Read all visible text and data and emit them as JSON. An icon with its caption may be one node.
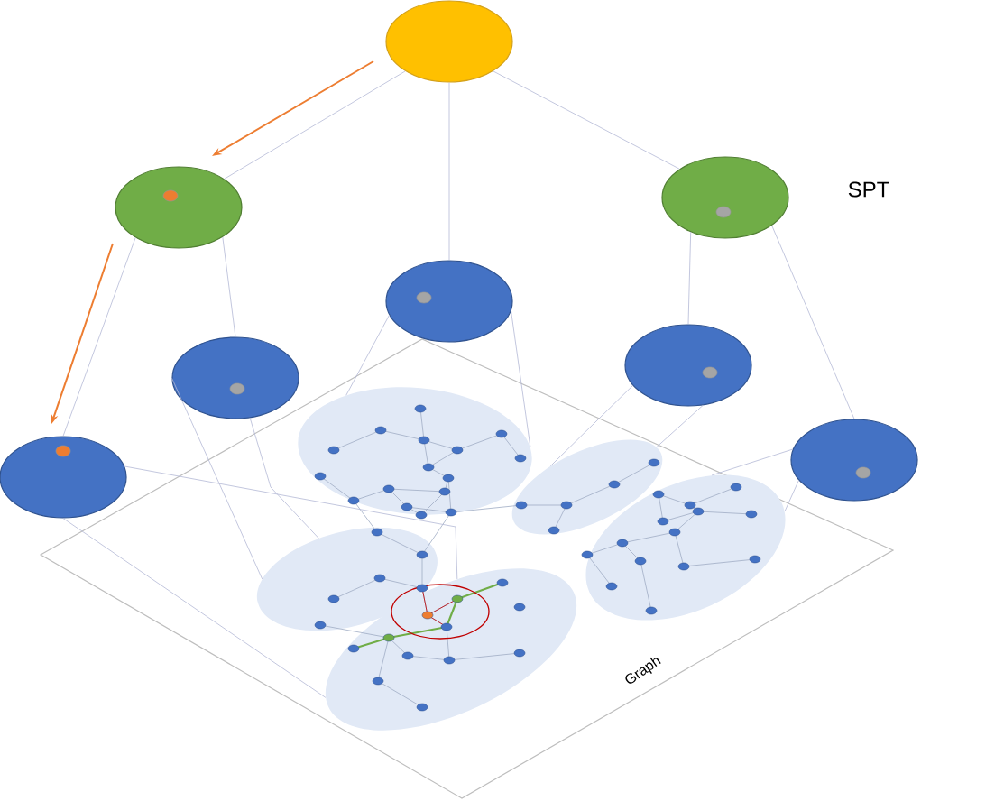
{
  "diagram": {
    "nodes": [
      {
        "text": [],
        "shape": "ellipse"
      },
      {
        "text": [],
        "shape": "ellipse"
      },
      {
        "text": [],
        "shape": "ellipse"
      },
      {
        "text": [],
        "shape": "ellipse"
      },
      {
        "text": [],
        "shape": "ellipse"
      },
      {
        "text": [],
        "shape": "ellipse"
      },
      {
        "text": [],
        "shape": "ellipse"
      },
      {
        "text": [],
        "shape": "ellipse"
      },
      {
        "text": [],
        "shape": "ellipse"
      },
      {
        "text": [],
        "shape": "ellipse"
      },
      {
        "text": [],
        "shape": "ellipse"
      },
      {
        "text": [],
        "shape": "ellipse"
      },
      {
        "text": [],
        "shape": "ellipse"
      }
    ],
    "edges": [
      {
        "from": 0,
        "to": 1,
        "arrow": "none"
      },
      {
        "from": 0,
        "to": 3,
        "arrow": "none"
      },
      {
        "from": 0,
        "to": 2,
        "arrow": "none"
      },
      {
        "from": 1,
        "to": 4,
        "arrow": "none"
      },
      {
        "from": 1,
        "to": 6,
        "arrow": "none"
      },
      {
        "from": 2,
        "to": 5,
        "arrow": "none"
      },
      {
        "from": 2,
        "to": 7,
        "arrow": "none"
      },
      {
        "from": 3,
        "to": 8,
        "arrow": "none"
      },
      {
        "from": 3,
        "to": 8,
        "arrow": "none"
      },
      {
        "from": 4,
        "to": 10,
        "arrow": "none"
      },
      {
        "from": 4,
        "to": 10,
        "arrow": "none"
      },
      {
        "from": 5,
        "to": 9,
        "arrow": "none"
      },
      {
        "from": 5,
        "to": 9,
        "arrow": "none"
      },
      {
        "from": 6,
        "to": 12,
        "arrow": "none"
      },
      {
        "from": 6,
        "to": 12,
        "arrow": "none"
      },
      {
        "from": 7,
        "to": 11,
        "arrow": "none"
      },
      {
        "from": 7,
        "to": 11,
        "arrow": "none"
      }
    ],
    "labels": [
      "SPT",
      "Graph"
    ]
  }
}
